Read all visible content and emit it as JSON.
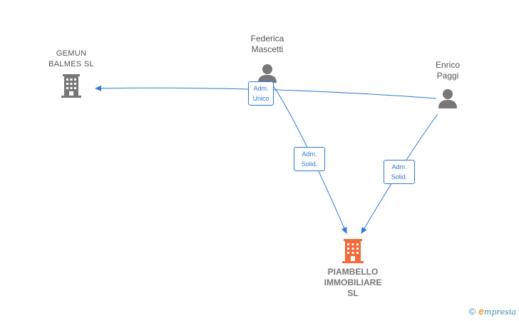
{
  "nodes": {
    "gemun": {
      "name_line1": "GEMUN",
      "name_line2": "BALMES  SL",
      "type": "company",
      "color": "#777777"
    },
    "federica": {
      "name_line1": "Federica",
      "name_line2": "Mascetti",
      "type": "person",
      "color": "#777777"
    },
    "enrico": {
      "name_line1": "Enrico",
      "name_line2": "Paggi",
      "type": "person",
      "color": "#777777"
    },
    "piambello": {
      "name_line1": "PIAMBELLO",
      "name_line2": "IMMOBILIARE",
      "name_line3": "SL",
      "type": "company",
      "color": "#f26a3a"
    }
  },
  "edges": {
    "e1": {
      "line1": "Adm.",
      "line2": "Unico"
    },
    "e2": {
      "line1": "Adm.",
      "line2": "Solid."
    },
    "e3": {
      "line1": "Adm.",
      "line2": "Solid."
    }
  },
  "colors": {
    "edge": "#2f78d6",
    "icon_grey": "#777777",
    "icon_orange": "#f26a3a"
  },
  "watermark": {
    "copyright": "©",
    "brand_initial": "e",
    "brand_rest": "mpresia"
  }
}
